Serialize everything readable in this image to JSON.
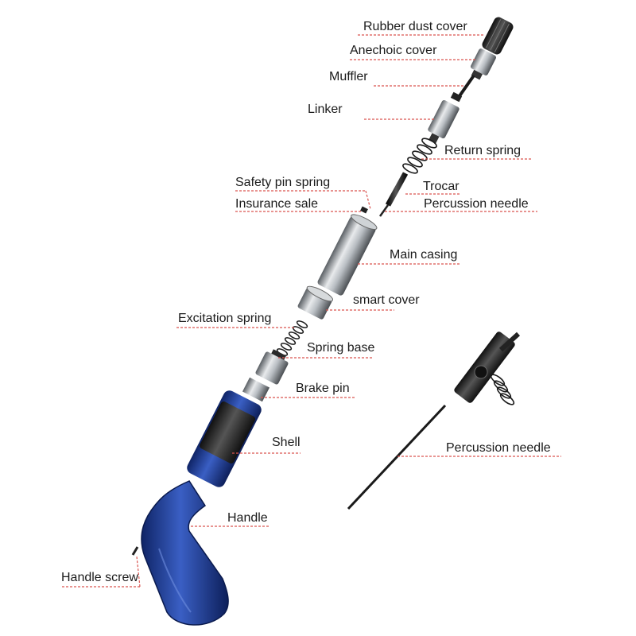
{
  "colors": {
    "leader": "#d9534f",
    "metal": "#9aa0a6",
    "dark_metal": "#2b2b2b",
    "blue": "#1f3f9a",
    "text": "#1a1a1a"
  },
  "labels": {
    "rubber_dust_cover": "Rubber dust cover",
    "anechoic_cover": "Anechoic cover",
    "muffler": "Muffler",
    "linker": "Linker",
    "return_spring": "Return spring",
    "safety_pin_spring": "Safety pin spring",
    "trocar": "Trocar",
    "insurance_sale": "Insurance sale",
    "percussion_needle_top": "Percussion needle",
    "main_casing": "Main casing",
    "smart_cover": "smart cover",
    "excitation_spring": "Excitation spring",
    "spring_base": "Spring base",
    "brake_pin": "Brake pin",
    "shell": "Shell",
    "handle": "Handle",
    "handle_screw": "Handle screw",
    "percussion_needle_detail": "Percussion needle"
  }
}
